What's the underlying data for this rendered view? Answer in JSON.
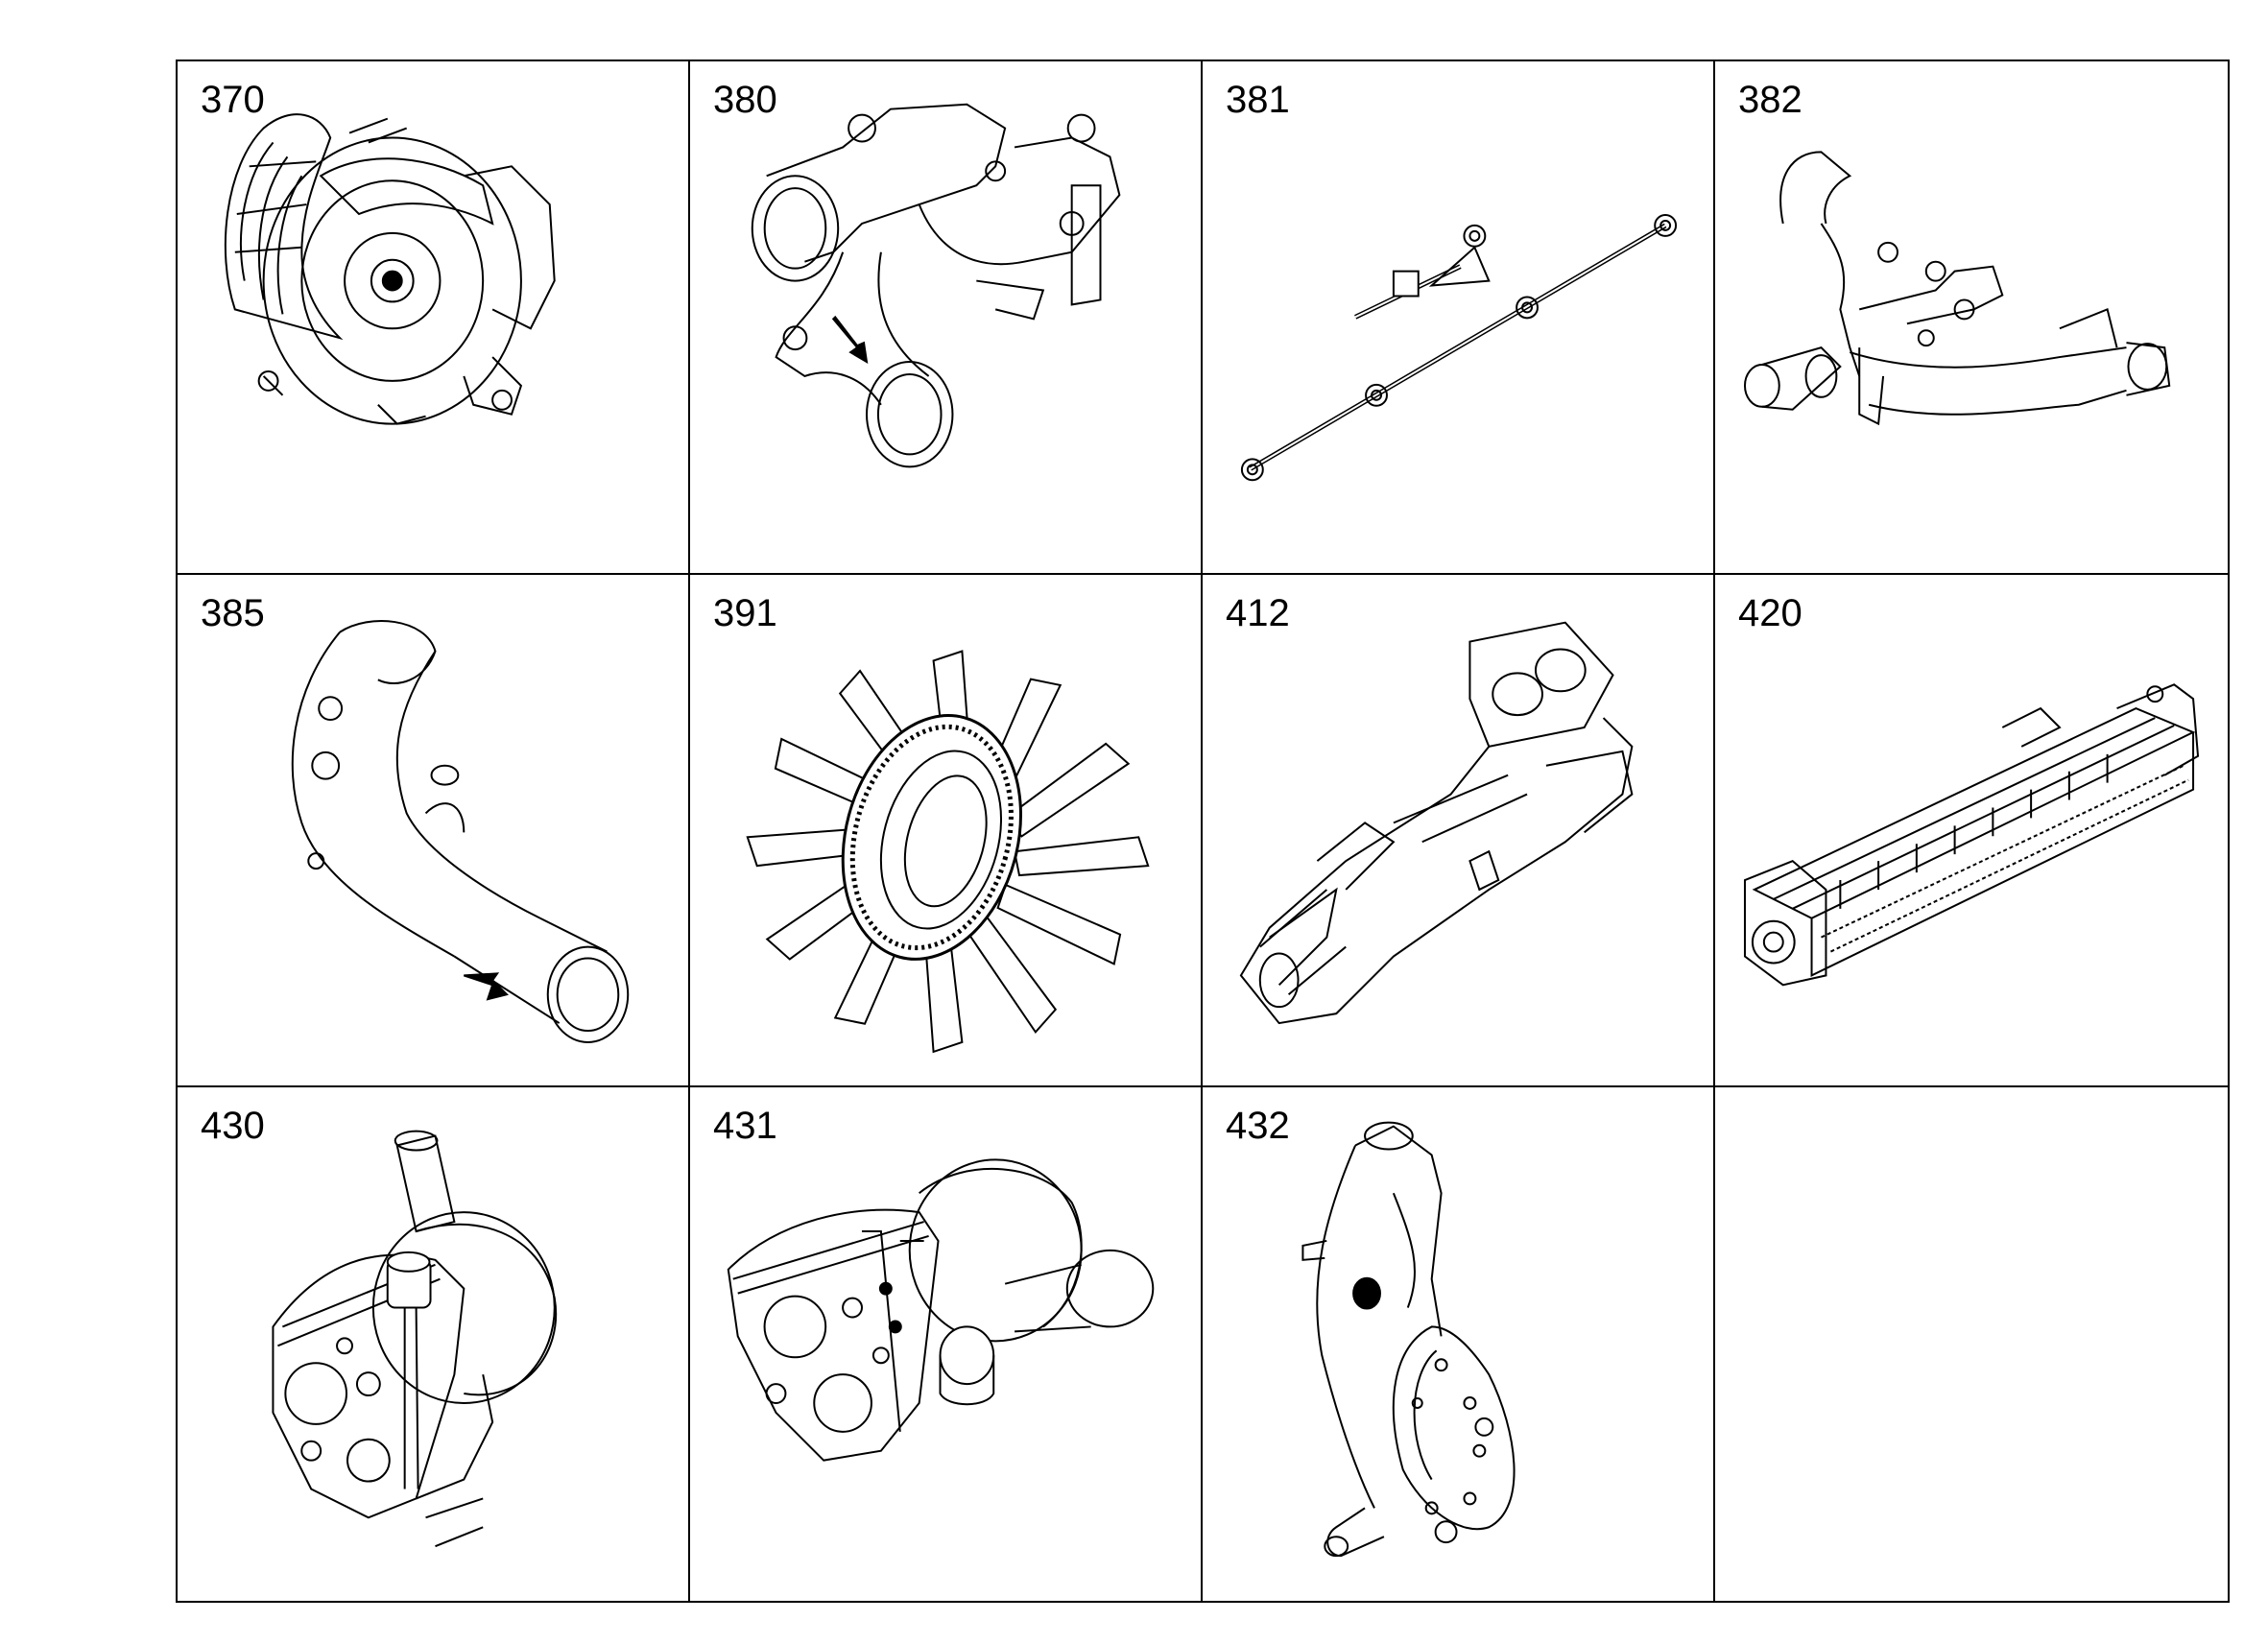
{
  "parts": [
    {
      "number": "370",
      "icon": "water-pump-icon"
    },
    {
      "number": "380",
      "icon": "thermostat-housing-icon"
    },
    {
      "number": "381",
      "icon": "tube-line-icon"
    },
    {
      "number": "382",
      "icon": "coolant-pipe-manifold-icon"
    },
    {
      "number": "385",
      "icon": "elbow-pipe-icon"
    },
    {
      "number": "391",
      "icon": "fan-icon"
    },
    {
      "number": "412",
      "icon": "exhaust-manifold-icon"
    },
    {
      "number": "420",
      "icon": "egr-cooler-icon"
    },
    {
      "number": "430",
      "icon": "turbocharger-icon"
    },
    {
      "number": "431",
      "icon": "turbocharger-alt-icon"
    },
    {
      "number": "432",
      "icon": "exhaust-elbow-icon"
    },
    {
      "number": "",
      "icon": ""
    }
  ]
}
